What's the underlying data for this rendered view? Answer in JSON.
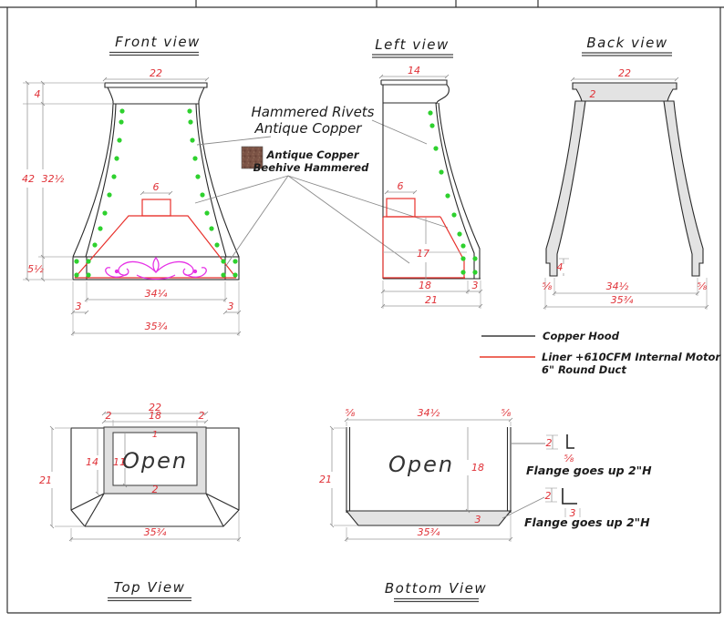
{
  "titles": {
    "front": "Front view",
    "left": "Left view",
    "back": "Back view",
    "top": "Top View",
    "bottom": "Bottom View"
  },
  "notes": {
    "rivets_line1": "Hammered Rivets",
    "rivets_line2": "Antique Copper",
    "finish_line1": "Antique Copper",
    "finish_line2": "Beehive Hammered",
    "flange_top": "Flange goes up 2\"H",
    "flange_bottom": "Flange goes up 2\"H",
    "open_top": "Open",
    "open_bottom": "Open"
  },
  "legend": {
    "copper": "Copper Hood",
    "liner_line1": "Liner +610CFM  Internal Motor",
    "liner_line2": "6\" Round Duct"
  },
  "dims": {
    "front": {
      "top_width": "22",
      "crown_height": "4",
      "total_height": "42",
      "body_height": "32½",
      "band_height": "5½",
      "duct_width": "6",
      "inner_width": "34¼",
      "offset_left": "3",
      "offset_right": "3",
      "outer_width": "35¾"
    },
    "left": {
      "top_width": "14",
      "duct_width": "6",
      "liner_height": "17",
      "inner_depth": "18",
      "flange_depth": "3",
      "total_depth": "21"
    },
    "back": {
      "top_width": "22",
      "crown_lip": "2",
      "foot_height": "4",
      "flange_left": "⅝",
      "flange_right": "⅝",
      "inner_width": "34½",
      "outer_width": "35¾"
    },
    "top": {
      "crown_width": "22",
      "band_left": "2",
      "opening_width": "18",
      "band_right": "2",
      "band_back": "1",
      "crown_depth": "14",
      "opening_depth": "11",
      "band_front": "2",
      "total_depth": "21",
      "outer_width": "35¾"
    },
    "bottom": {
      "wall_left": "⅝",
      "inner_width": "34½",
      "wall_right": "⅝",
      "total_depth": "21",
      "inner_depth": "18",
      "band_depth": "3",
      "outer_width": "35¾",
      "flange_top_h": "2",
      "flange_top_w": "⅝",
      "flange_bot_h": "2",
      "flange_bot_w": "3"
    }
  },
  "colors": {
    "dimension": "#e03238",
    "rivet": "#2ed12e",
    "liner": "#e8312c",
    "ornament": "#e632e6",
    "copper": "#7b5345",
    "legend_liner": "#ee6a5e",
    "legend_copper": "#6b6b6b",
    "outline": "#2a2a2a"
  }
}
